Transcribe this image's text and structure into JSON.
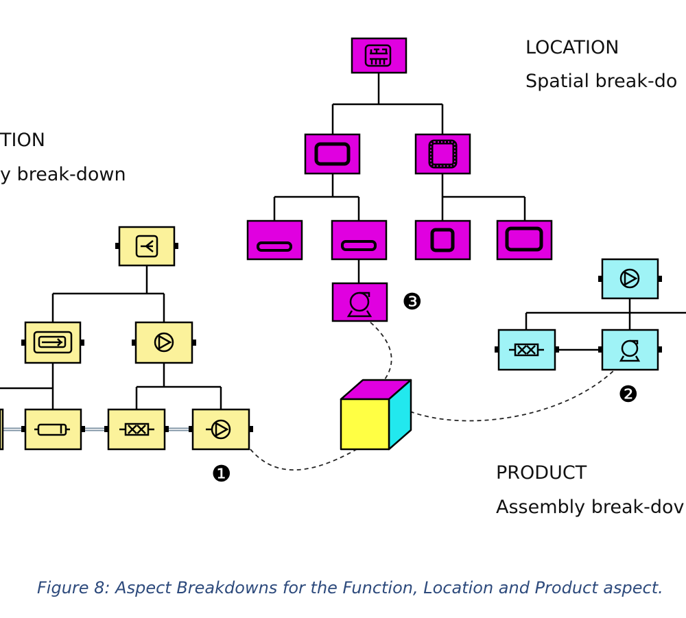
{
  "labels": {
    "location_title": "LOCATION",
    "location_sub": "Spatial break-do",
    "function_title": "TION",
    "function_sub": "y break-down",
    "product_title": "PRODUCT",
    "product_sub": "Assembly break-dov"
  },
  "markers": [
    "❶",
    "❷",
    "❸"
  ],
  "caption": "Figure 8: Aspect Breakdowns for the Function, Location and Product aspect.",
  "colors": {
    "location": "#e000e0",
    "function": "#fbf29b",
    "product": "#9ff3f6",
    "cube_front": "#ffff44",
    "cube_top": "#e000e0",
    "cube_side": "#22e8ee",
    "caption": "#2d4a7c"
  },
  "icons": {
    "location": [
      "platform-icon",
      "rectangle-room-icon",
      "hatched-room-icon",
      "slot-icon",
      "slot-icon",
      "square-room-icon",
      "rectangle-room-icon",
      "pump-icon"
    ],
    "function": [
      "splitter-icon",
      "heater-icon",
      "pump-icon",
      "heater-small-icon",
      "filter-icon",
      "pump-icon"
    ],
    "product": [
      "pump-icon",
      "filter-icon",
      "pump-motor-icon"
    ]
  }
}
